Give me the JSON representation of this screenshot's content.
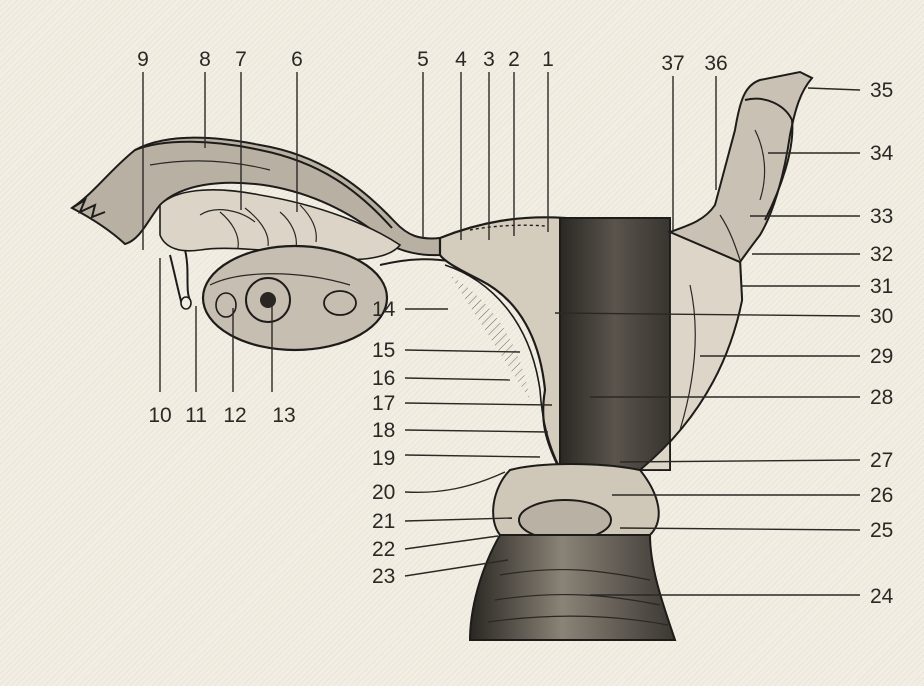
{
  "labels": [
    {
      "id": "l1",
      "text": "1"
    },
    {
      "id": "l2",
      "text": "2"
    },
    {
      "id": "l3",
      "text": "3"
    },
    {
      "id": "l4",
      "text": "4"
    },
    {
      "id": "l5",
      "text": "5"
    },
    {
      "id": "l6",
      "text": "6"
    },
    {
      "id": "l7",
      "text": "7"
    },
    {
      "id": "l8",
      "text": "8"
    },
    {
      "id": "l9",
      "text": "9"
    },
    {
      "id": "l10",
      "text": "10"
    },
    {
      "id": "l11",
      "text": "11"
    },
    {
      "id": "l12",
      "text": "12"
    },
    {
      "id": "l13",
      "text": "13"
    },
    {
      "id": "l14",
      "text": "14"
    },
    {
      "id": "l15",
      "text": "15"
    },
    {
      "id": "l16",
      "text": "16"
    },
    {
      "id": "l17",
      "text": "17"
    },
    {
      "id": "l18",
      "text": "18"
    },
    {
      "id": "l19",
      "text": "19"
    },
    {
      "id": "l20",
      "text": "20"
    },
    {
      "id": "l21",
      "text": "21"
    },
    {
      "id": "l22",
      "text": "22"
    },
    {
      "id": "l23",
      "text": "23"
    },
    {
      "id": "l24",
      "text": "24"
    },
    {
      "id": "l25",
      "text": "25"
    },
    {
      "id": "l26",
      "text": "26"
    },
    {
      "id": "l27",
      "text": "27"
    },
    {
      "id": "l28",
      "text": "28"
    },
    {
      "id": "l29",
      "text": "29"
    },
    {
      "id": "l30",
      "text": "30"
    },
    {
      "id": "l31",
      "text": "31"
    },
    {
      "id": "l32",
      "text": "32"
    },
    {
      "id": "l33",
      "text": "33"
    },
    {
      "id": "l34",
      "text": "34"
    },
    {
      "id": "l35",
      "text": "35"
    },
    {
      "id": "l36",
      "text": "36"
    },
    {
      "id": "l37",
      "text": "37"
    }
  ],
  "colors": {
    "background": "#f2eee3",
    "ink": "#1e1c1a",
    "shade_dark": "#3c3834",
    "shade_mid": "#8d867b",
    "shade_light": "#c9c2b4"
  }
}
